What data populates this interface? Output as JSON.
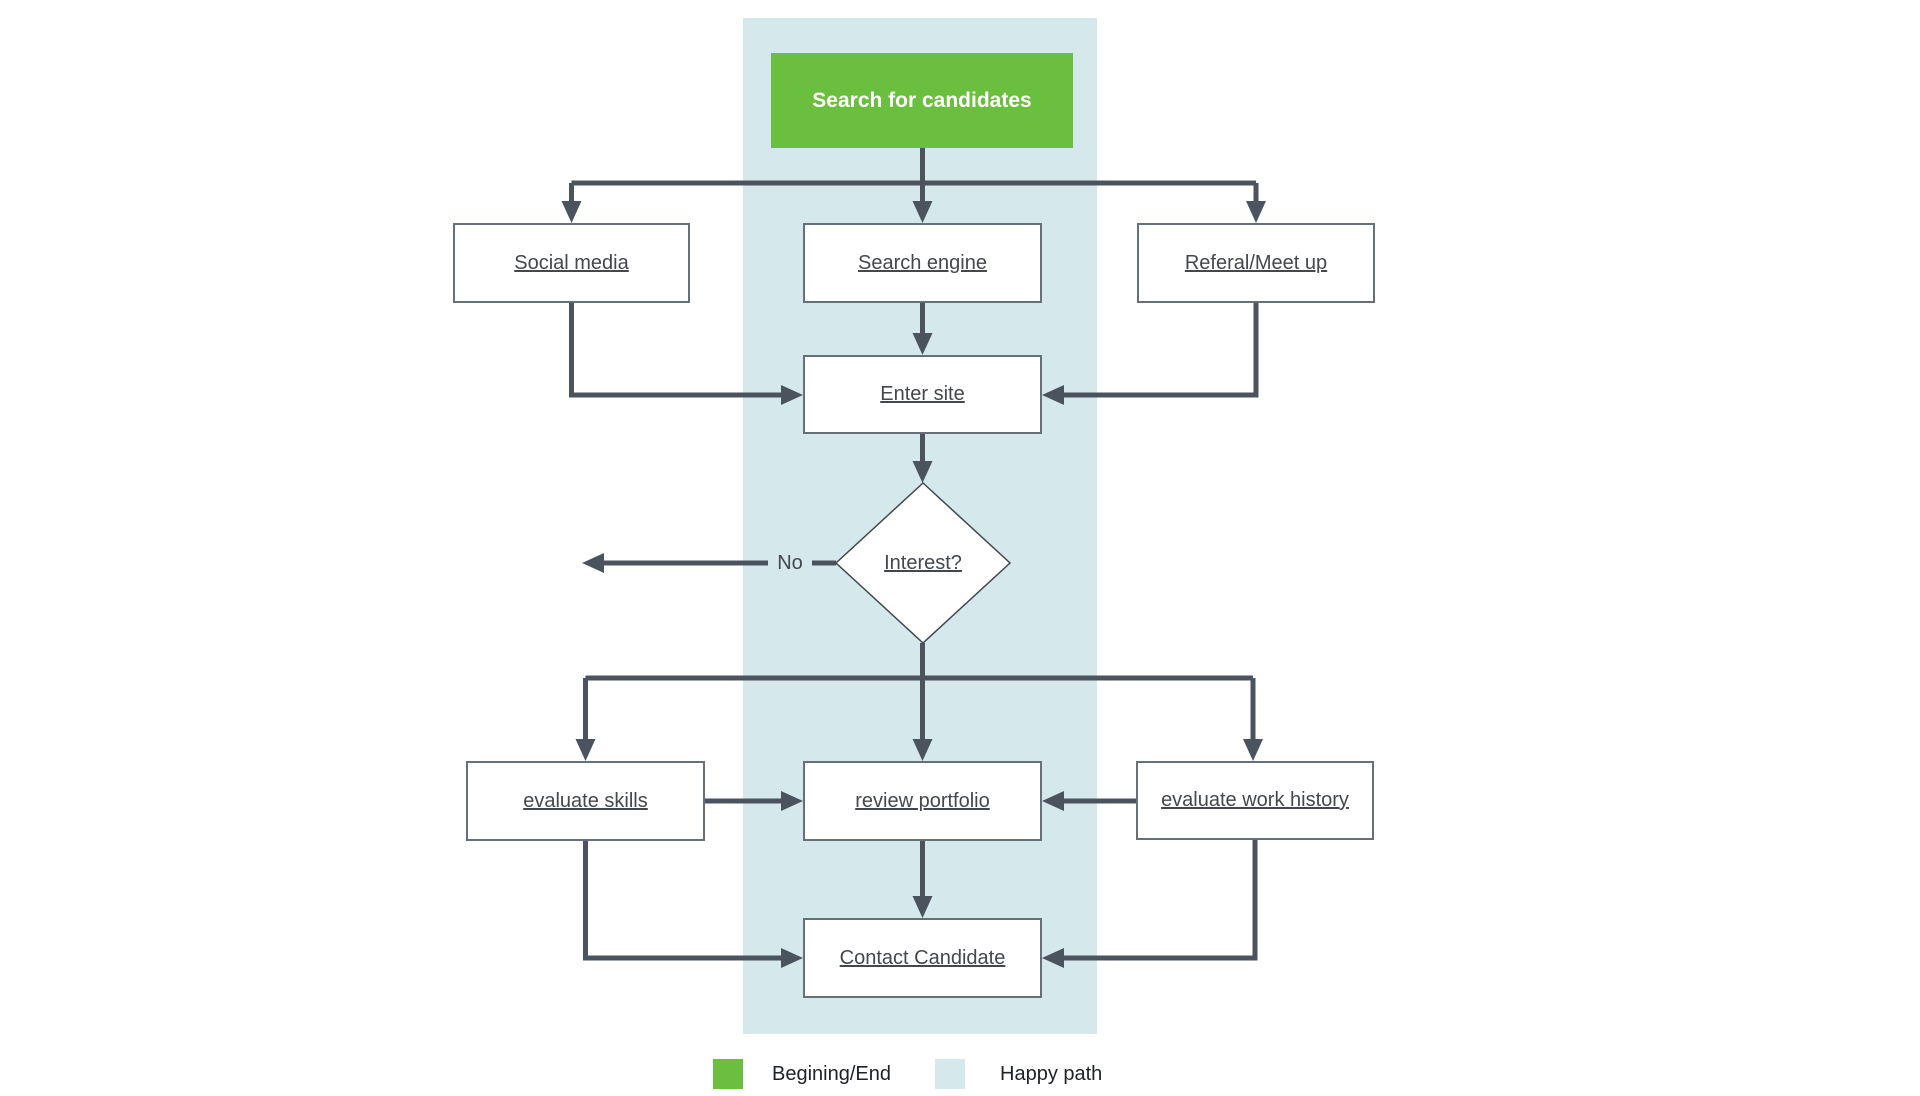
{
  "colors": {
    "begin_end": "#6bbf3f",
    "happy_path": "#d5e8eb",
    "connector": "#4b545e",
    "box_border": "#667079",
    "diamond_border": "#40474e",
    "label_text": "#44484d",
    "legend_text": "#202326"
  },
  "nodes": {
    "start": {
      "label": "Search for candidates"
    },
    "social_media": {
      "label": "Social media"
    },
    "search_engine": {
      "label": "Search engine"
    },
    "referral_meetup": {
      "label": "Referal/Meet up"
    },
    "enter_site": {
      "label": "Enter site"
    },
    "interest": {
      "label": "Interest?"
    },
    "evaluate_skills": {
      "label": "evaluate skills"
    },
    "review_portfolio": {
      "label": "review portfolio"
    },
    "evaluate_work_history": {
      "label": "evaluate work history"
    },
    "contact_candidate": {
      "label": "Contact Candidate"
    }
  },
  "edge_labels": {
    "no": "No"
  },
  "legend": {
    "items": [
      {
        "label": "Begining/End",
        "color": "#6bbf3f"
      },
      {
        "label": "Happy path",
        "color": "#d5e8eb"
      }
    ]
  }
}
